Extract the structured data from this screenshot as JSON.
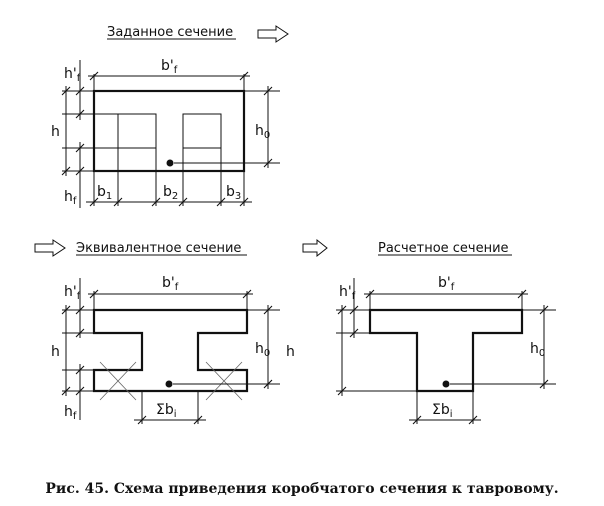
{
  "titles": {
    "given": "Заданное сечение",
    "equivalent": "Эквивалентное сечение",
    "design": "Расчетное сечение"
  },
  "dims": {
    "bf_main": "b'",
    "bf_sub": "f",
    "hf_main": "h'",
    "hf_sub": "f",
    "hf2_main": "h",
    "hf2_sub": "f",
    "h": "h",
    "h0_main": "h",
    "h0_sub": "0",
    "b1_main": "b",
    "b1_sub": "1",
    "b2_main": "b",
    "b2_sub": "2",
    "b3_main": "b",
    "b3_sub": "3",
    "sum_symbol": "Σ",
    "bi_main": "b",
    "bi_sub": "i"
  },
  "caption": "Рис. 45. Схема приведения коробчатого сечения к тавровому."
}
